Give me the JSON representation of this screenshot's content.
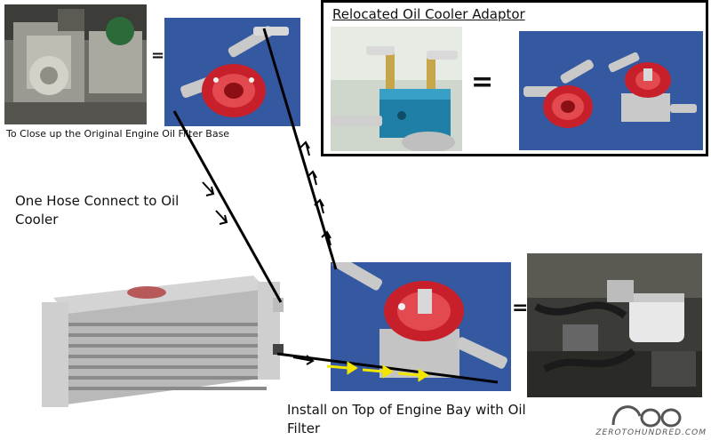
{
  "captions": {
    "original_base": "To Close up the Original Engine Oil Filter Base",
    "one_hose": "One Hose Connect to Oil Cooler",
    "install": "Install on Top of Engine Bay with Oil Filter"
  },
  "inset": {
    "title": "Relocated Oil Cooler Adaptor",
    "equals": "="
  },
  "equals_signs": [
    "=",
    "=",
    "="
  ],
  "watermark": {
    "text": "ZEROTOHUNDRED.COM"
  },
  "colors": {
    "adapter_red": "#c8202a",
    "carpet_blue": "#3a5fa8",
    "aluminium": "#c9c9c9",
    "arrow_yellow": "#f2e600",
    "line_black": "#000000"
  }
}
